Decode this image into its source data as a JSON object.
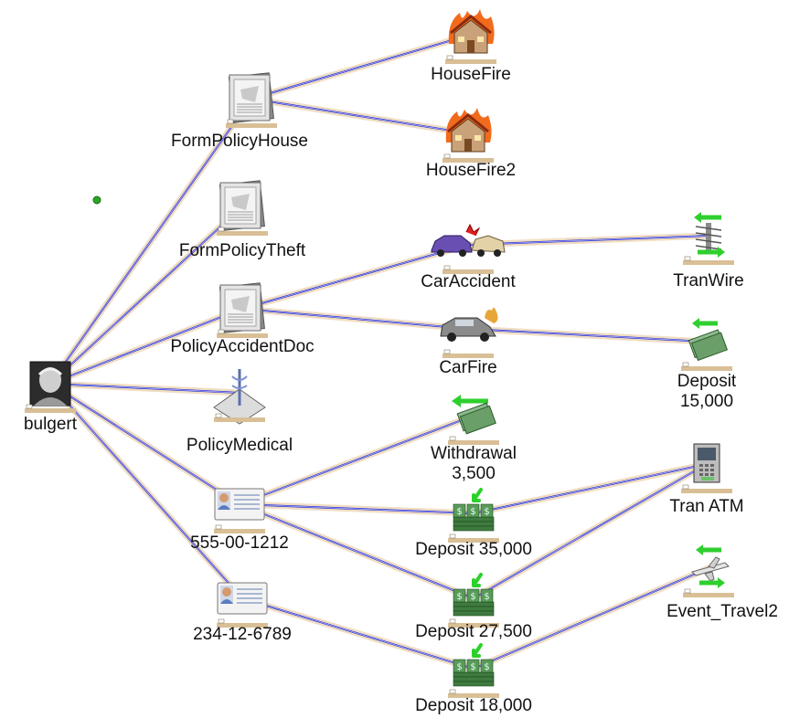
{
  "nodes": [
    {
      "id": "bulgert",
      "icon": "person-photo-icon",
      "label_lines": [
        "bulgert"
      ]
    },
    {
      "id": "formpolicyhouse",
      "icon": "policy-document-icon",
      "label_lines": [
        "FormPolicyHouse"
      ]
    },
    {
      "id": "formpolicytheft",
      "icon": "policy-document-icon",
      "label_lines": [
        "FormPolicyTheft"
      ]
    },
    {
      "id": "policyaccidentdoc",
      "icon": "policy-document-icon",
      "label_lines": [
        "PolicyAccidentDoc"
      ]
    },
    {
      "id": "policymedical",
      "icon": "medical-policy-icon",
      "label_lines": [
        "PolicyMedical"
      ]
    },
    {
      "id": "ssn1",
      "icon": "id-card-icon",
      "label_lines": [
        "555-00-1212"
      ]
    },
    {
      "id": "ssn2",
      "icon": "id-card-icon",
      "label_lines": [
        "234-12-6789"
      ]
    },
    {
      "id": "housefire",
      "icon": "house-fire-icon",
      "label_lines": [
        "HouseFire"
      ]
    },
    {
      "id": "housefire2",
      "icon": "house-fire-icon",
      "label_lines": [
        "HouseFire2"
      ]
    },
    {
      "id": "caraccident",
      "icon": "car-accident-icon",
      "label_lines": [
        "CarAccident"
      ]
    },
    {
      "id": "carfire",
      "icon": "car-fire-icon",
      "label_lines": [
        "CarFire"
      ]
    },
    {
      "id": "withdrawal",
      "icon": "withdrawal-money-icon",
      "label_lines": [
        "Withdrawal",
        "3,500"
      ]
    },
    {
      "id": "deposit35000",
      "icon": "deposit-money-icon",
      "label_lines": [
        "Deposit 35,000"
      ]
    },
    {
      "id": "deposit27500",
      "icon": "deposit-money-icon",
      "label_lines": [
        "Deposit 27,500"
      ]
    },
    {
      "id": "deposit18000",
      "icon": "deposit-money-icon",
      "label_lines": [
        "Deposit  18,000"
      ]
    },
    {
      "id": "tranwire",
      "icon": "wire-transfer-icon",
      "label_lines": [
        "TranWire"
      ]
    },
    {
      "id": "deposit15000",
      "icon": "transfer-money-icon",
      "label_lines": [
        "Deposit",
        "15,000"
      ]
    },
    {
      "id": "tranatm",
      "icon": "atm-icon",
      "label_lines": [
        "Tran ATM"
      ]
    },
    {
      "id": "eventtravel2",
      "icon": "travel-event-icon",
      "label_lines": [
        "Event_Travel2"
      ]
    }
  ],
  "edges": [
    [
      "bulgert",
      "formpolicyhouse"
    ],
    [
      "bulgert",
      "formpolicytheft"
    ],
    [
      "bulgert",
      "policyaccidentdoc"
    ],
    [
      "bulgert",
      "policymedical"
    ],
    [
      "bulgert",
      "ssn1"
    ],
    [
      "bulgert",
      "ssn2"
    ],
    [
      "formpolicyhouse",
      "housefire"
    ],
    [
      "formpolicyhouse",
      "housefire2"
    ],
    [
      "policyaccidentdoc",
      "caraccident"
    ],
    [
      "policyaccidentdoc",
      "carfire"
    ],
    [
      "caraccident",
      "tranwire"
    ],
    [
      "carfire",
      "deposit15000"
    ],
    [
      "ssn1",
      "withdrawal"
    ],
    [
      "ssn1",
      "deposit35000"
    ],
    [
      "ssn1",
      "deposit27500"
    ],
    [
      "ssn2",
      "deposit18000"
    ],
    [
      "deposit35000",
      "tranatm"
    ],
    [
      "deposit27500",
      "tranatm"
    ],
    [
      "deposit18000",
      "eventtravel2"
    ]
  ],
  "colors": {
    "edge": "#2a33d9",
    "edge_halo": "#f0ddc2",
    "node_bar": "#d9bf96",
    "junction": "#2ba62b"
  }
}
